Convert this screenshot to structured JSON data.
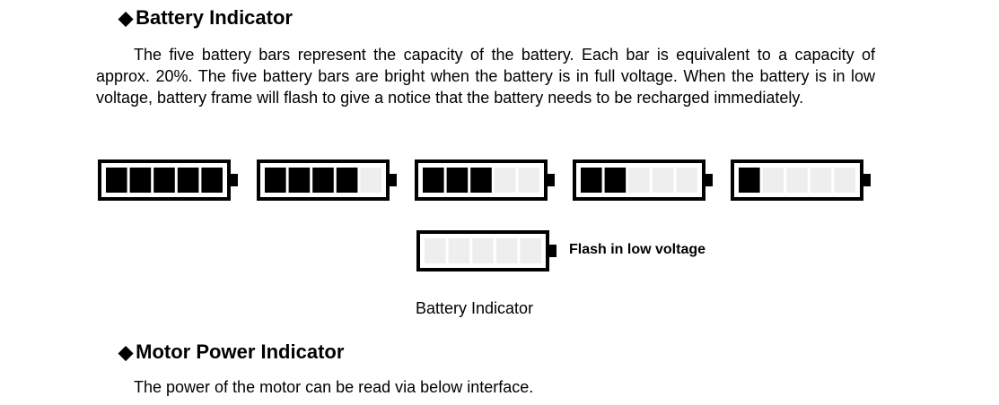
{
  "sections": [
    {
      "bullet": "◆",
      "title": "Battery Indicator",
      "body": "The five battery bars represent the capacity of the battery. Each bar is equivalent to a capacity of approx. 20%. The five battery bars are bright when the battery is in full voltage. When the battery is in low voltage, battery frame will flash to give a notice that the battery needs to be recharged immediately."
    },
    {
      "bullet": "◆",
      "title": "Motor Power Indicator",
      "body": "The power of the motor can be read via below interface."
    }
  ],
  "figure": {
    "batteries": [
      {
        "filled_bars": 5,
        "total_bars": 5
      },
      {
        "filled_bars": 4,
        "total_bars": 5
      },
      {
        "filled_bars": 3,
        "total_bars": 5
      },
      {
        "filled_bars": 2,
        "total_bars": 5
      },
      {
        "filled_bars": 1,
        "total_bars": 5
      },
      {
        "filled_bars": 0,
        "total_bars": 5
      }
    ],
    "flash_label": "Flash in low voltage",
    "caption": "Battery Indicator"
  },
  "colors": {
    "bar_filled": "#000000",
    "bar_empty": "#eeeeee",
    "frame": "#000000"
  }
}
